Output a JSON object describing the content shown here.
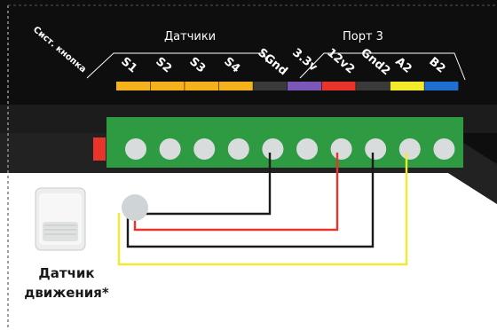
{
  "labels": {
    "system_button": "Сист. кнопка",
    "sensors_group": "Датчики",
    "port_group": "Порт 3",
    "sensor_line1": "Датчик",
    "sensor_line2": "движения*"
  },
  "pins": [
    {
      "label": "S1",
      "color": "#f5b21b"
    },
    {
      "label": "S2",
      "color": "#f5b21b"
    },
    {
      "label": "S3",
      "color": "#f5b21b"
    },
    {
      "label": "S4",
      "color": "#f5b21b"
    },
    {
      "label": "SGnd",
      "color": "#3a3a3a"
    },
    {
      "label": "3.3v",
      "color": "#7a57b8"
    },
    {
      "label": "12v2",
      "color": "#e8342a"
    },
    {
      "label": "Gnd2",
      "color": "#3a3a3a"
    },
    {
      "label": "A2",
      "color": "#f2ea2a"
    },
    {
      "label": "B2",
      "color": "#1e6fd0"
    }
  ],
  "colors": {
    "panel": "#111111",
    "terminal_block": "#2e9b43",
    "terminal_hole": "#d8dcdc",
    "wire_black": "#1a1a1a",
    "wire_red": "#e8342a",
    "wire_yellow": "#f2ea2a"
  }
}
